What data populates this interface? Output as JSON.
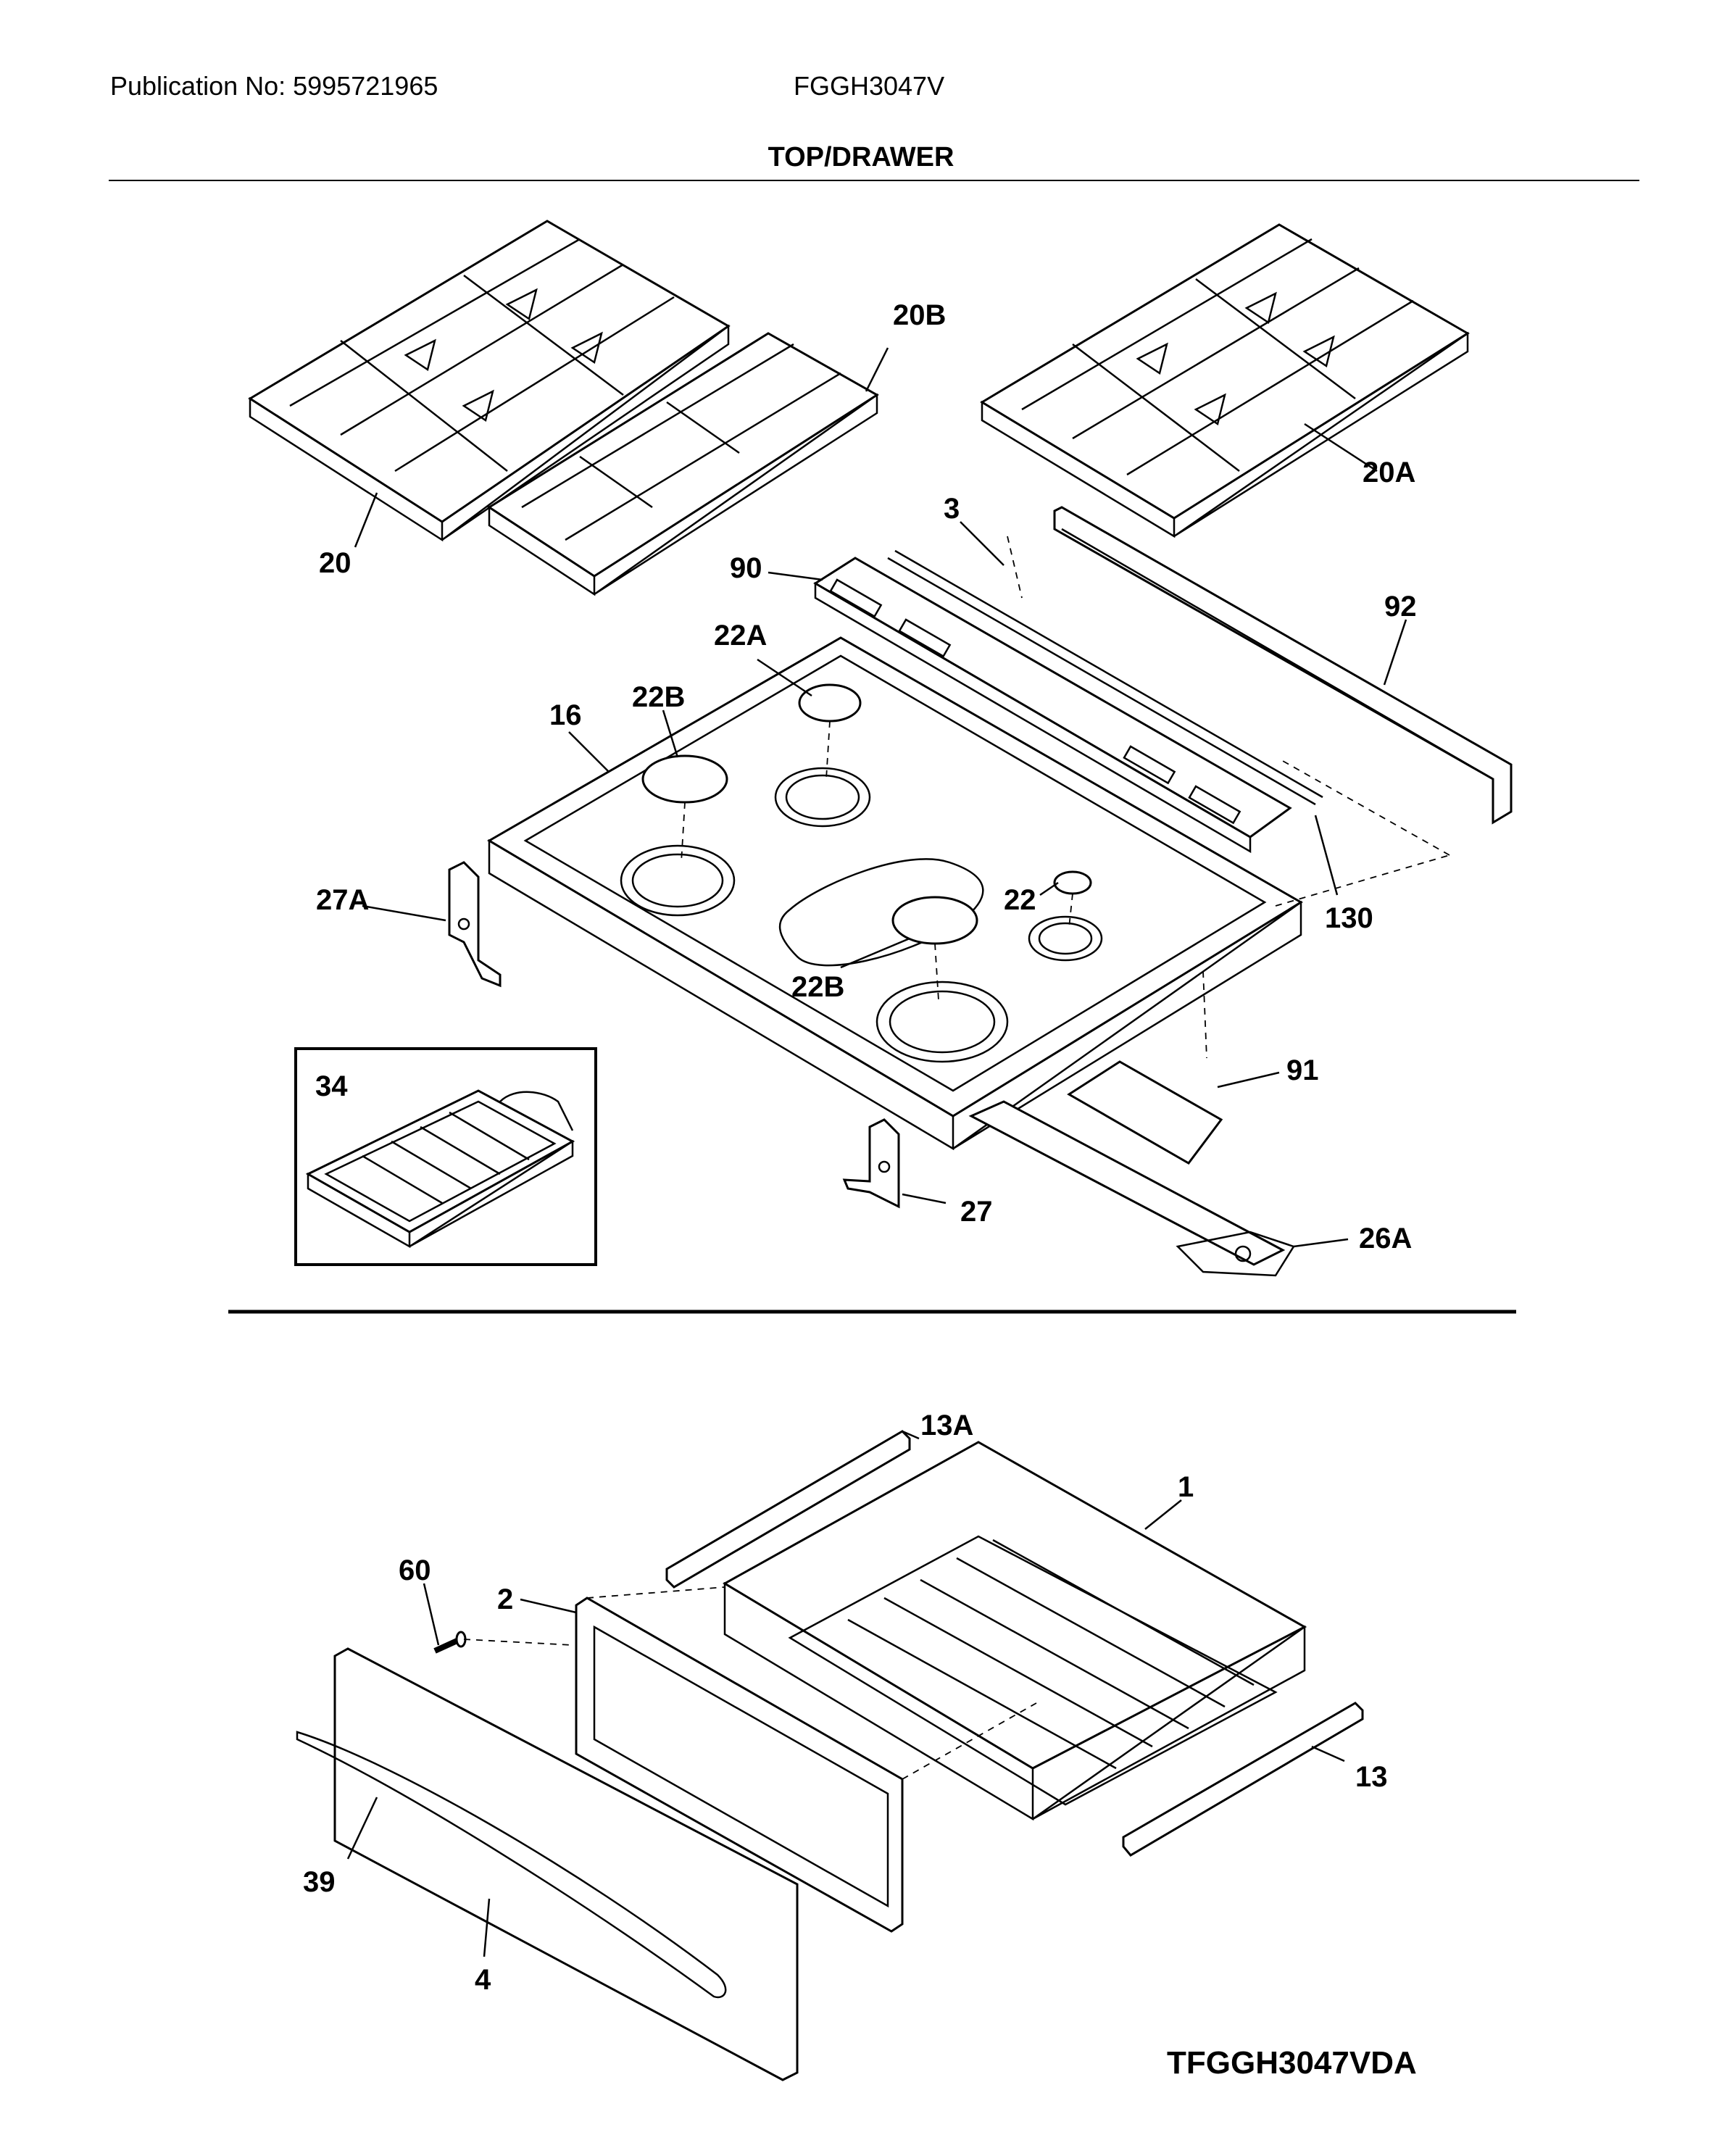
{
  "header": {
    "publication": "Publication No: 5995721965",
    "model": "FGGH3047V",
    "section_title": "TOP/DRAWER"
  },
  "footer": {
    "drawing_id": "TFGGH3047VDA"
  },
  "callouts": {
    "c20B": "20B",
    "c20A": "20A",
    "c20": "20",
    "c3": "3",
    "c90": "90",
    "c92": "92",
    "c22A": "22A",
    "c16": "16",
    "c22B_top": "22B",
    "c27A": "27A",
    "c22": "22",
    "c130": "130",
    "c22B_mid": "22B",
    "c34": "34",
    "c91": "91",
    "c27": "27",
    "c26A": "26A",
    "c13A": "13A",
    "c1": "1",
    "c60": "60",
    "c2": "2",
    "c13": "13",
    "c39": "39",
    "c4": "4"
  }
}
